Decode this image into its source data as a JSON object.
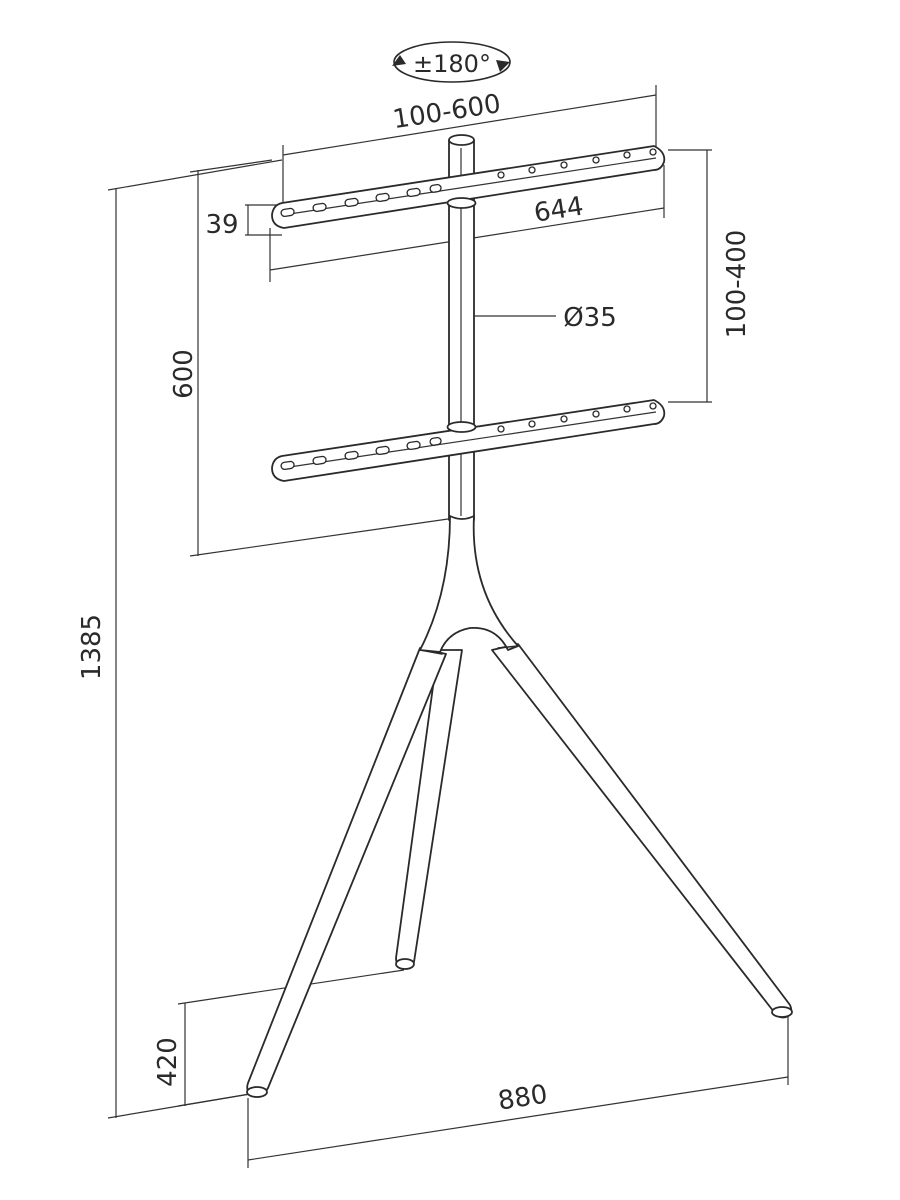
{
  "diagram": {
    "rotation_label": "±180°",
    "dimensions": {
      "vesa_width": "100-600",
      "bracket_length": "644",
      "bracket_height": "39",
      "vesa_height": "100-400",
      "pole_diameter": "Ø35",
      "height_span": "600",
      "total_height": "1385",
      "rear_leg_depth": "420",
      "base_width": "880"
    }
  }
}
